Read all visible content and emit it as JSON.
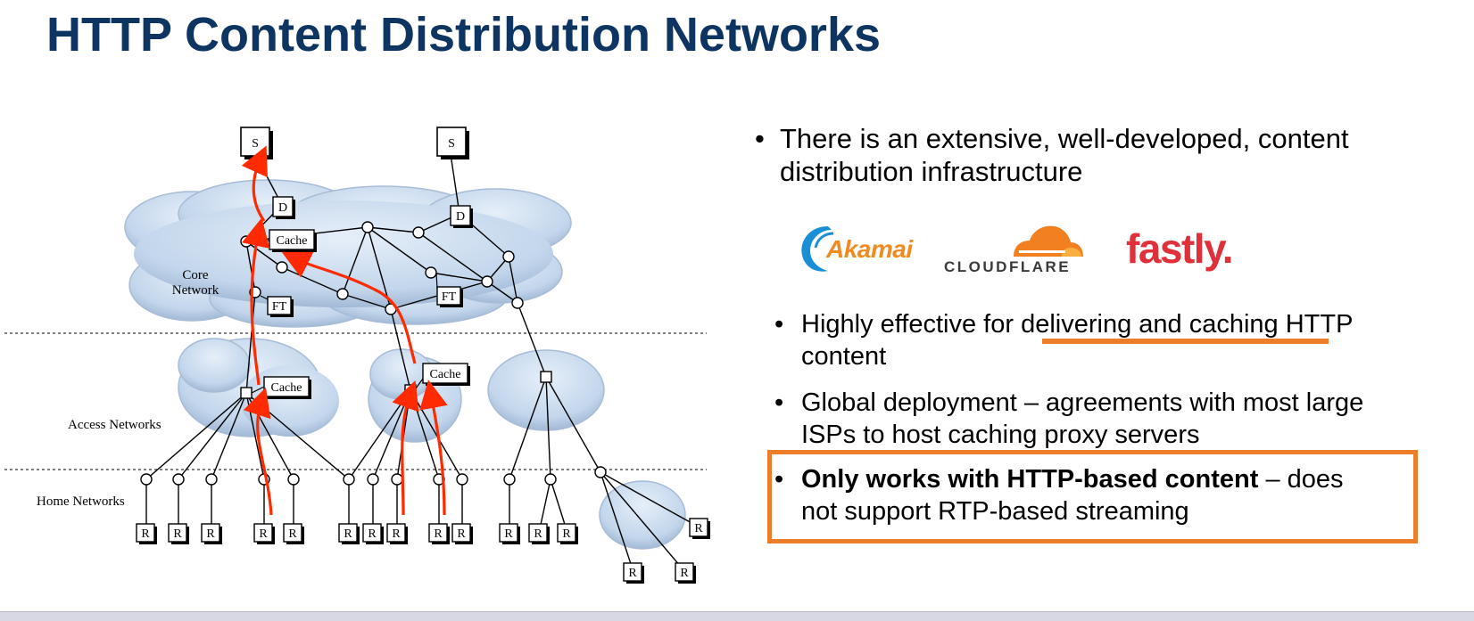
{
  "title": "HTTP Content Distribution Networks",
  "diagram": {
    "labels": {
      "core": [
        "Core",
        "Network"
      ],
      "access": "Access Networks",
      "home": "Home Networks"
    },
    "server_label": "S",
    "dist_label": "D",
    "cache_label": "Cache",
    "ft_label": "FT",
    "router_label": "R"
  },
  "bullets": {
    "main": [
      "There is an extensive, well-developed, content",
      "distribution infrastructure"
    ],
    "sub1": [
      "Highly effective for delivering and caching HTTP",
      "content"
    ],
    "sub2": [
      "Global deployment – agreements with most large",
      "ISPs to host caching proxy servers"
    ],
    "sub3_bold": "Only works with HTTP-based content",
    "sub3_rest": " – does",
    "sub3_line2": "not support RTP-based streaming"
  },
  "logos": {
    "akamai": "Akamai",
    "cloudflare": "CLOUDFLARE",
    "fastly": "fastly."
  },
  "colors": {
    "title": "#0e3461",
    "accent": "#ee7d2a",
    "arrow": "#ff2a00",
    "cloud": "#c6d8ee"
  }
}
